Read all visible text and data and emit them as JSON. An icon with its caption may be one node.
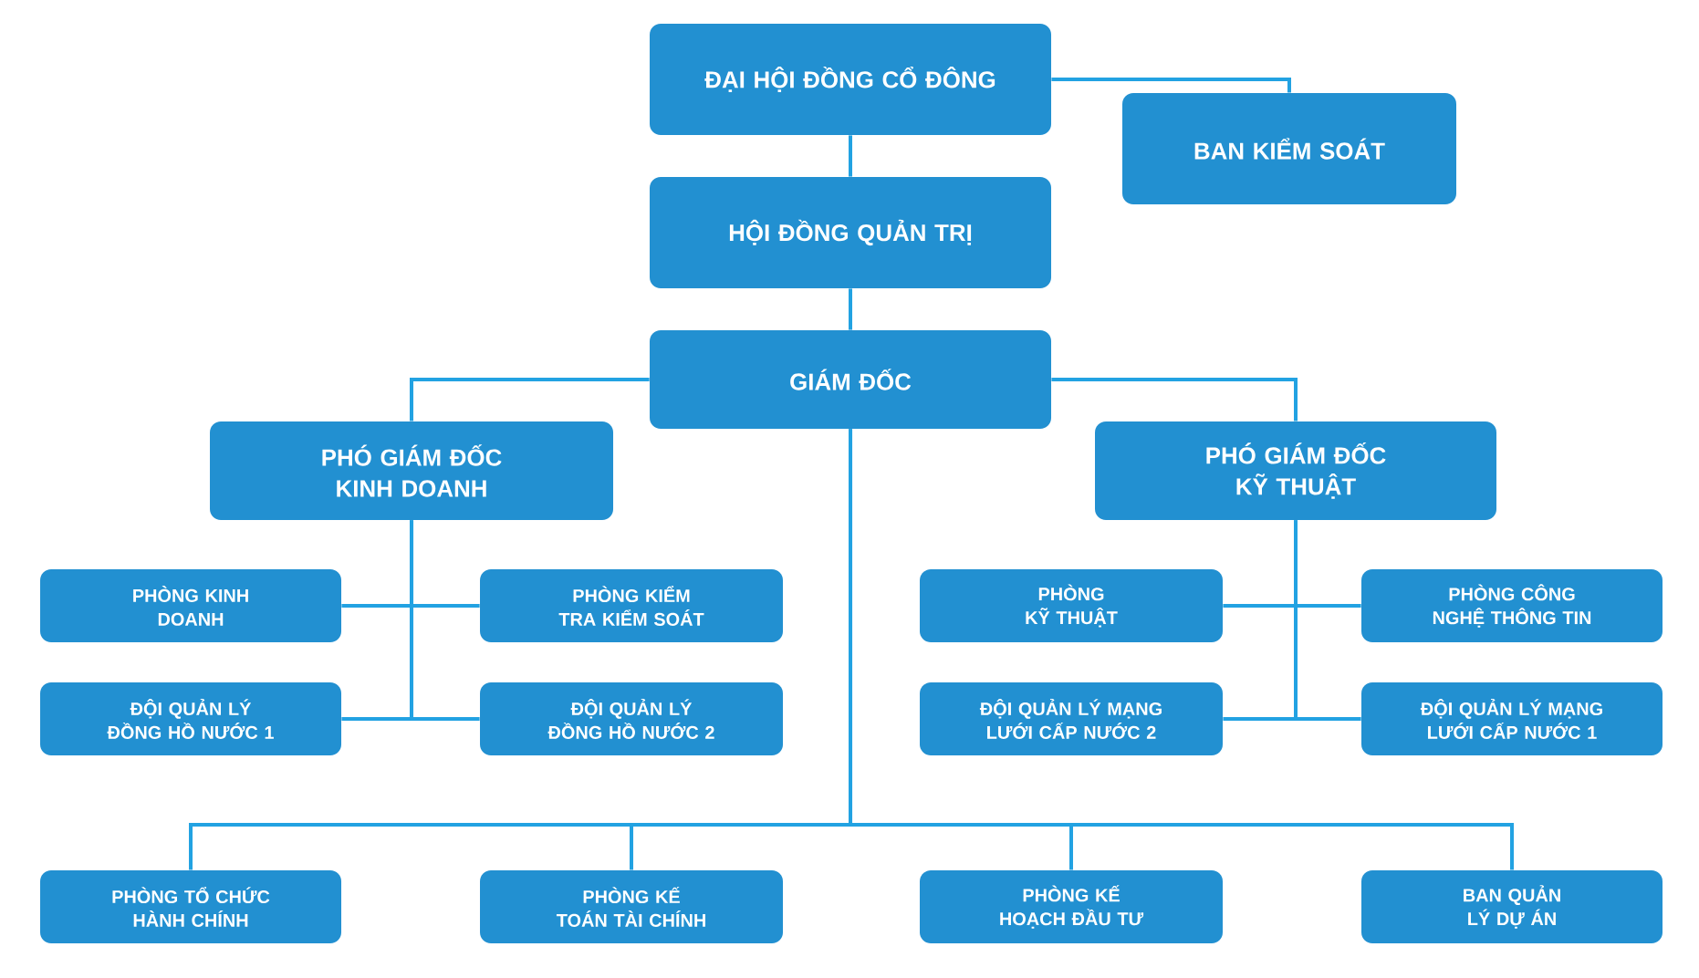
{
  "diagram": {
    "nodes": [
      {
        "text": [
          "ĐẠI HỘI ĐỒNG CỔ ĐÔNG"
        ]
      },
      {
        "text": [
          "BAN KIỂM SOÁT"
        ]
      },
      {
        "text": [
          "HỘI ĐỒNG QUẢN TRỊ"
        ]
      },
      {
        "text": [
          "GIÁM ĐỐC"
        ]
      },
      {
        "text": [
          "PHÓ GIÁM ĐỐC KINH DOANH"
        ]
      },
      {
        "text": [
          "PHÓ GIÁM ĐỐC KỸ THUẬT"
        ]
      },
      {
        "text": [
          "PHÒNG KINH DOANH"
        ]
      },
      {
        "text": [
          "PHÒNG KIỂM TRA KIỂM SOÁT"
        ]
      },
      {
        "text": [
          "ĐỘI QUẢN LÝ ĐỒNG HỒ NƯỚC 1"
        ]
      },
      {
        "text": [
          "ĐỘI QUẢN LÝ ĐỒNG HỒ NƯỚC 2"
        ]
      },
      {
        "text": [
          "PHÒNG KỸ THUẬT"
        ]
      },
      {
        "text": [
          "PHÒNG CÔNG NGHỆ THÔNG TIN"
        ]
      },
      {
        "text": [
          "ĐỘI QUẢN LÝ MẠNG LƯỚI CẤP NƯỚC 2"
        ]
      },
      {
        "text": [
          "ĐỘI QUẢN LÝ MẠNG LƯỚI CẤP NƯỚC 1"
        ]
      },
      {
        "text": [
          "PHÒNG TỔ CHỨC HÀNH CHÍNH"
        ]
      },
      {
        "text": [
          "PHÒNG KẾ TOÁN TÀI CHÍNH"
        ]
      },
      {
        "text": [
          "PHÒNG KẾ HOẠCH ĐẦU TƯ"
        ]
      },
      {
        "text": [
          "BAN QUẢN LÝ DỰ ÁN"
        ]
      }
    ],
    "edges": [
      {
        "from": 0,
        "to": 2,
        "arrow": "none"
      },
      {
        "from": 0,
        "to": 1,
        "arrow": "none"
      },
      {
        "from": 2,
        "to": 3,
        "arrow": "none"
      },
      {
        "from": 3,
        "to": 4,
        "arrow": "none"
      },
      {
        "from": 3,
        "to": 5,
        "arrow": "none"
      },
      {
        "from": 4,
        "to": 6,
        "arrow": "none"
      },
      {
        "from": 4,
        "to": 7,
        "arrow": "none"
      },
      {
        "from": 4,
        "to": 8,
        "arrow": "none"
      },
      {
        "from": 4,
        "to": 9,
        "arrow": "none"
      },
      {
        "from": 5,
        "to": 10,
        "arrow": "none"
      },
      {
        "from": 5,
        "to": 11,
        "arrow": "none"
      },
      {
        "from": 5,
        "to": 12,
        "arrow": "none"
      },
      {
        "from": 5,
        "to": 13,
        "arrow": "none"
      },
      {
        "from": 3,
        "to": 14,
        "arrow": "none"
      },
      {
        "from": 3,
        "to": 15,
        "arrow": "none"
      },
      {
        "from": 3,
        "to": 16,
        "arrow": "none"
      },
      {
        "from": 3,
        "to": 17,
        "arrow": "none"
      }
    ]
  }
}
